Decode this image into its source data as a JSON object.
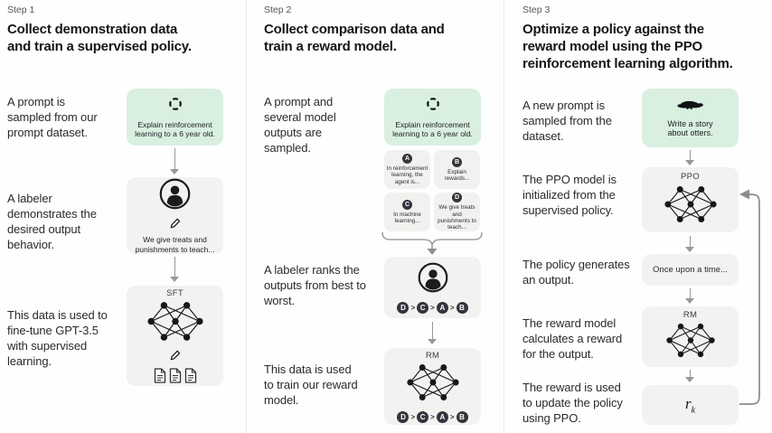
{
  "colors": {
    "prompt_green": "#d9f0e1",
    "panel_gray": "#f2f2f0",
    "badge_dark": "#34343c"
  },
  "step1": {
    "step": "Step 1",
    "heading": "Collect demonstration data and train a supervised policy.",
    "cap_prompt": "A prompt is sampled from our prompt dataset.",
    "cap_labeler": "A labeler demonstrates the desired output behavior.",
    "cap_sft": "This data is used to fine-tune GPT-3.5 with supervised learning.",
    "prompt_text": "Explain reinforcement learning to a 6 year old.",
    "labeler_text": "We give treats and punishments to teach...",
    "sft_label": "SFT"
  },
  "step2": {
    "step": "Step 2",
    "heading": "Collect comparison data and train a reward model.",
    "cap_prompt": "A prompt and several model outputs are sampled.",
    "cap_rank": "A labeler ranks the outputs from best to worst.",
    "cap_rm": "This data is used to train our reward model.",
    "prompt_text": "Explain reinforcement learning to a 6 year old.",
    "options": [
      {
        "label": "A",
        "text": "In reinforcement learning, the agent is..."
      },
      {
        "label": "B",
        "text": "Explain rewards..."
      },
      {
        "label": "C",
        "text": "In machine learning..."
      },
      {
        "label": "D",
        "text": "We give treats and punishments to teach..."
      }
    ],
    "rank_sep": ">",
    "ranking": [
      "D",
      "C",
      "A",
      "B"
    ],
    "rm_label": "RM"
  },
  "step3": {
    "step": "Step 3",
    "heading": "Optimize a policy against the reward model using the PPO reinforcement learning algorithm.",
    "cap_prompt": "A new prompt is sampled from the dataset.",
    "cap_ppo": "The PPO model is initialized from the supervised policy.",
    "cap_output": "The policy generates an output.",
    "cap_rm": "The reward model calculates a reward for the output.",
    "cap_reward": "The reward is used to update the policy using PPO.",
    "prompt_text": "Write a story about otters.",
    "ppo_label": "PPO",
    "output_text": "Once upon a time...",
    "rm_label": "RM",
    "reward_base": "r",
    "reward_sub": "k"
  }
}
